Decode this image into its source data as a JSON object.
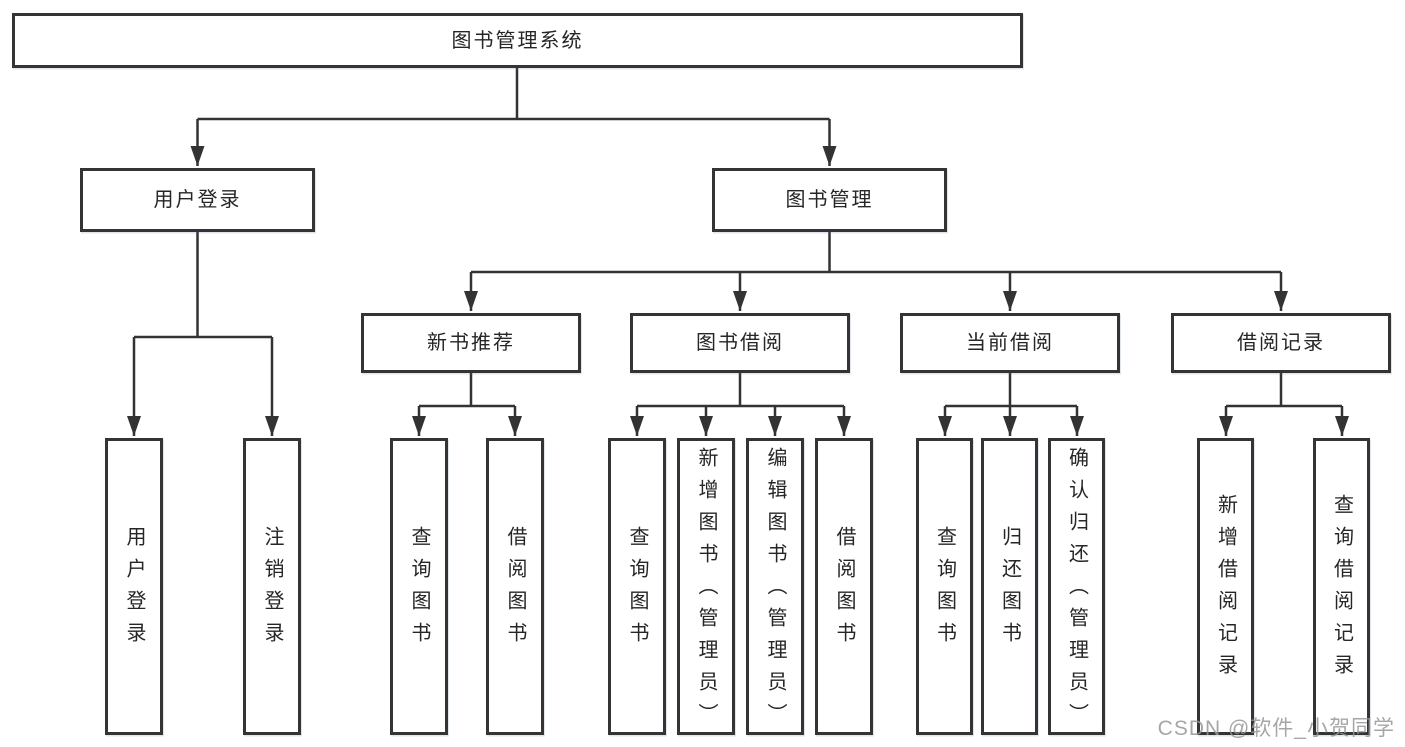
{
  "diagram_title": "图书管理系统",
  "watermark": "CSDN @软件_小贺同学",
  "colors": {
    "line": "#333333",
    "box_border": "#343434",
    "text": "#262626",
    "watermark": "#969696",
    "background": "#ffffff"
  },
  "nodes": {
    "root": "图书管理系统",
    "user_login": "用户登录",
    "book_management": "图书管理",
    "new_book_recommend": "新书推荐",
    "book_borrowing": "图书借阅",
    "current_borrowing": "当前借阅",
    "borrowing_records": "借阅记录",
    "leaf_user_login": "用户登录",
    "leaf_logout": "注销登录",
    "leaf_query_books_recommend": "查询图书",
    "leaf_borrow_books_recommend": "借阅图书",
    "leaf_query_books_borrowing": "查询图书",
    "leaf_add_books_admin": "新增图书（管理员）",
    "leaf_edit_books_admin": "编辑图书（管理员）",
    "leaf_borrow_books_borrowing": "借阅图书",
    "leaf_query_books_current": "查询图书",
    "leaf_return_books": "归还图书",
    "leaf_confirm_return_admin": "确认归还（管理员）",
    "leaf_add_borrow_record": "新增借阅记录",
    "leaf_query_borrow_record": "查询借阅记录"
  },
  "hierarchy": {
    "root": "图书管理系统",
    "children": [
      {
        "label": "用户登录",
        "children": [
          "用户登录",
          "注销登录"
        ]
      },
      {
        "label": "图书管理",
        "children": [
          {
            "label": "新书推荐",
            "children": [
              "查询图书",
              "借阅图书"
            ]
          },
          {
            "label": "图书借阅",
            "children": [
              "查询图书",
              "新增图书（管理员）",
              "编辑图书（管理员）",
              "借阅图书"
            ]
          },
          {
            "label": "当前借阅",
            "children": [
              "查询图书",
              "归还图书",
              "确认归还（管理员）"
            ]
          },
          {
            "label": "借阅记录",
            "children": [
              "新增借阅记录",
              "查询借阅记录"
            ]
          }
        ]
      }
    ]
  }
}
